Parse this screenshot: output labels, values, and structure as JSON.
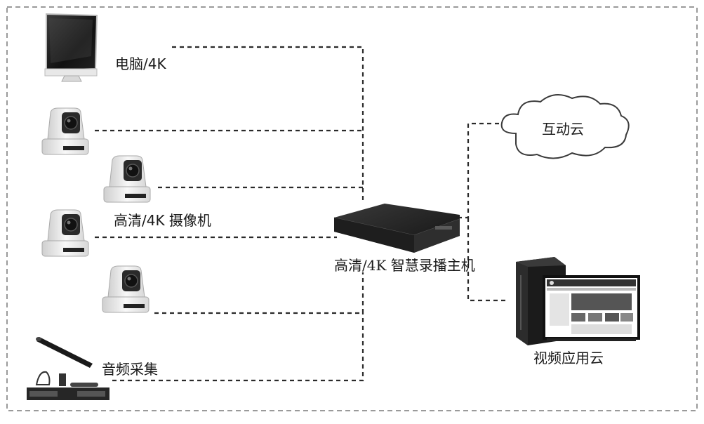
{
  "labels": {
    "computer": "电脑/4K",
    "cameras": "高清/4K 摄像机",
    "audio": "音频采集",
    "recorder": "高清/4K 智慧录播主机",
    "interactive_cloud": "互动云",
    "video_cloud": "视频应用云"
  },
  "colors": {
    "line": "#2a2a2a",
    "border": "#9a9a9a",
    "device_dark": "#1c1c1c",
    "device_light": "#f2f2f2"
  },
  "icons": [
    "monitor-icon",
    "ptz-camera-icon",
    "microphone-icon",
    "audio-receiver-icon",
    "recorder-box-icon",
    "cloud-icon",
    "server-tower-icon",
    "web-screen-icon"
  ]
}
